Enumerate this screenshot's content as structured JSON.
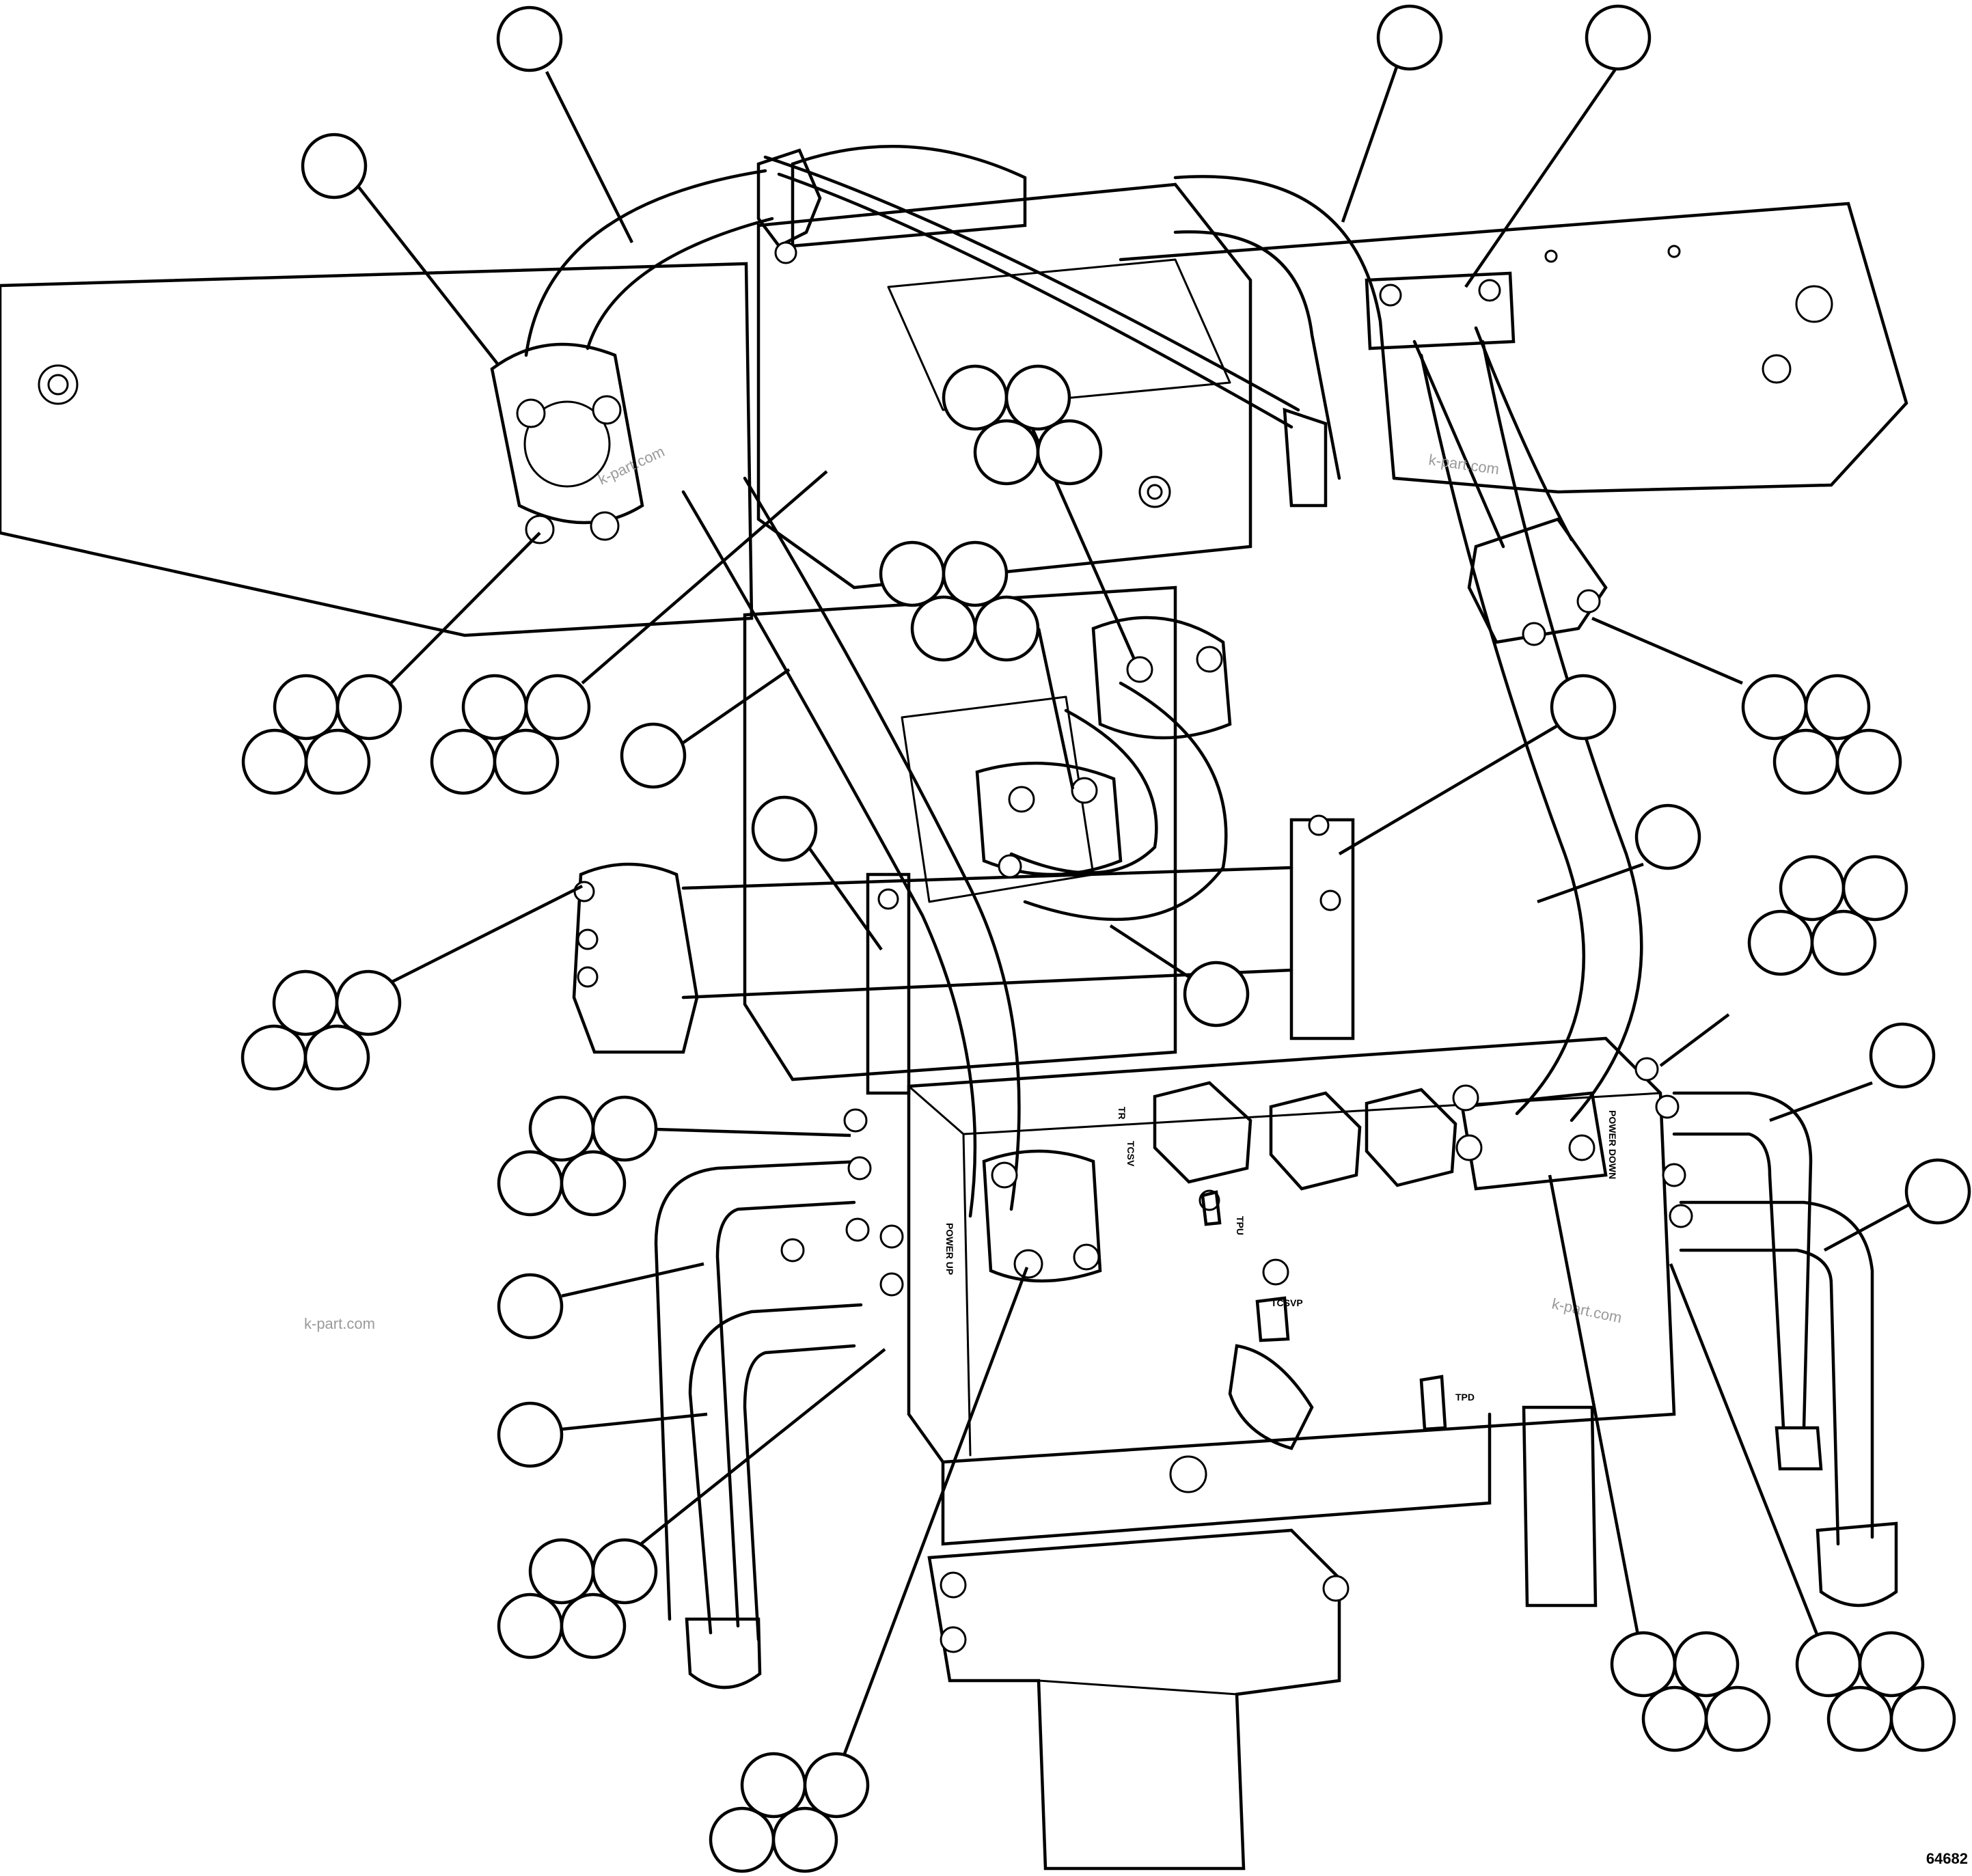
{
  "figure_number": "64682",
  "watermarks": [
    "k-part.com",
    "k-part.com",
    "k-part.com",
    "k-part.com"
  ],
  "port_labels": {
    "tr": "TR",
    "tcsv": "TCSV",
    "tpu": "TPU",
    "tcsvp": "TCSVP",
    "tpd": "TPD",
    "power_up": "POWER UP",
    "power_down": "POWER DOWN"
  },
  "callout_labels": "blank circles (reference numbers not printed)"
}
